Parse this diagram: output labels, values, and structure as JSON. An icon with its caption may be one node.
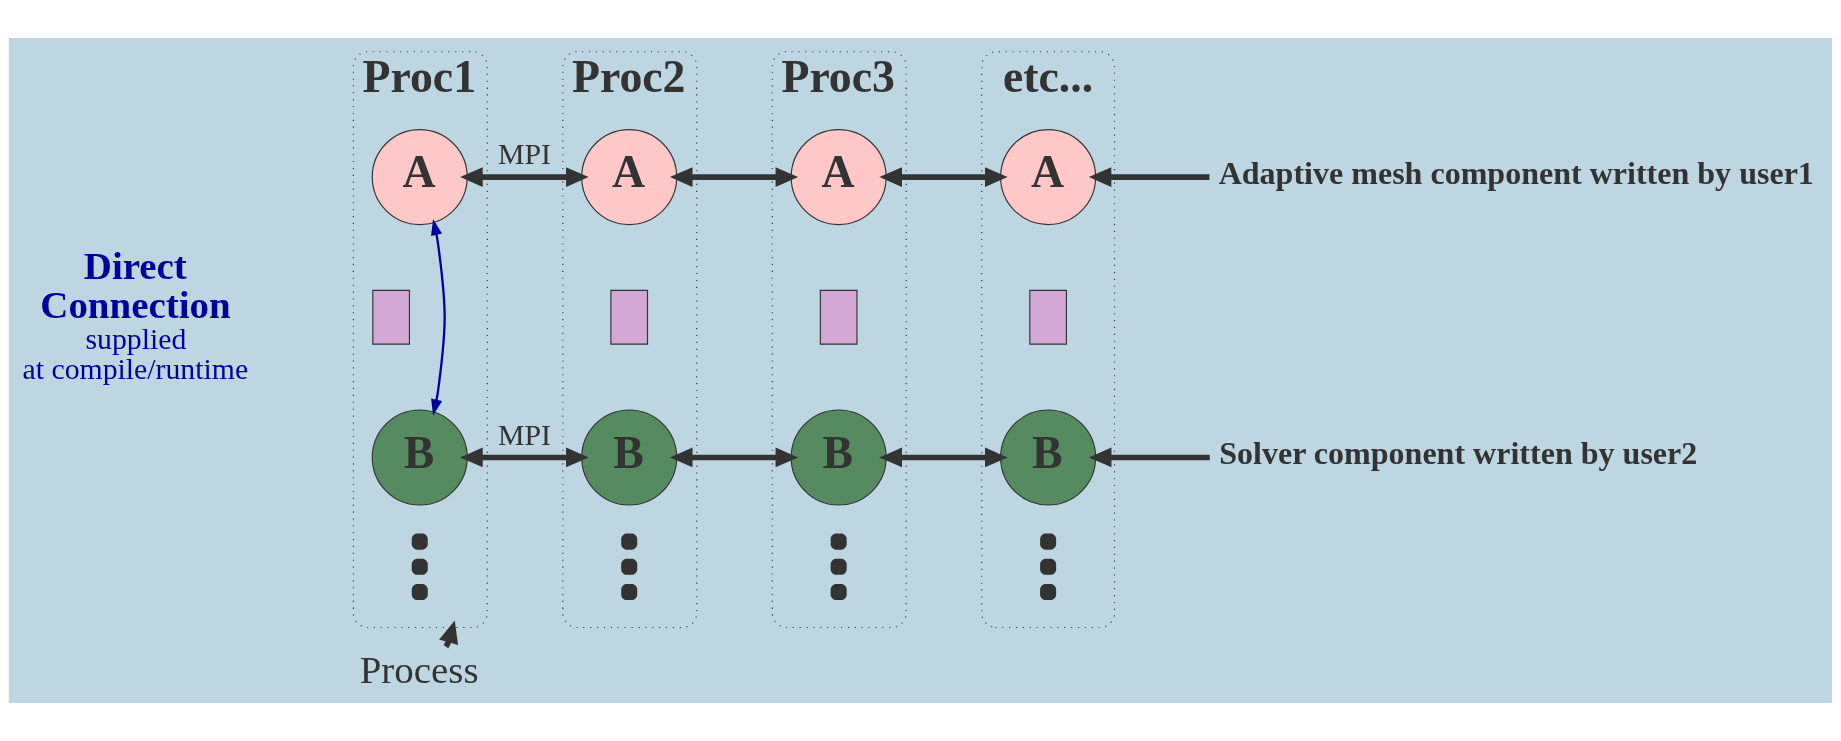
{
  "diagram": {
    "nodes": [
      {
        "text": [
          "Proc1"
        ]
      },
      {
        "text": [
          "A"
        ],
        "in": 0
      },
      {
        "text": [],
        "shape": "box",
        "in": 0
      },
      {
        "text": [
          "B"
        ],
        "in": 0
      },
      {
        "text": [],
        "shape": "dots",
        "in": 0
      },
      {
        "text": [
          "Proc2"
        ]
      },
      {
        "text": [
          "A"
        ],
        "in": 5
      },
      {
        "text": [],
        "shape": "box",
        "in": 5
      },
      {
        "text": [
          "B"
        ],
        "in": 5
      },
      {
        "text": [],
        "shape": "dots",
        "in": 5
      },
      {
        "text": [
          "Proc3"
        ]
      },
      {
        "text": [
          "A"
        ],
        "in": 10
      },
      {
        "text": [],
        "shape": "box",
        "in": 10
      },
      {
        "text": [
          "B"
        ],
        "in": 10
      },
      {
        "text": [],
        "shape": "dots",
        "in": 10
      },
      {
        "text": [
          "etc..."
        ]
      },
      {
        "text": [
          "A"
        ],
        "in": 15
      },
      {
        "text": [],
        "shape": "box",
        "in": 15
      },
      {
        "text": [
          "B"
        ],
        "in": 15
      },
      {
        "text": [],
        "shape": "dots",
        "in": 15
      },
      {
        "text": [
          "Direct Connection",
          "supplied at compile/runtime"
        ]
      },
      {
        "text": [
          "Adaptive mesh component written by user1"
        ]
      },
      {
        "text": [
          "Solver component written by user2"
        ]
      },
      {
        "text": [
          "Process"
        ]
      }
    ],
    "edges": [
      {
        "from": 1,
        "to": 6,
        "arrow": "both",
        "label": "MPI"
      },
      {
        "from": 6,
        "to": 11,
        "arrow": "both"
      },
      {
        "from": 11,
        "to": 16,
        "arrow": "both"
      },
      {
        "from": 3,
        "to": 8,
        "arrow": "both",
        "label": "MPI"
      },
      {
        "from": 8,
        "to": 13,
        "arrow": "both"
      },
      {
        "from": 13,
        "to": 18,
        "arrow": "both"
      },
      {
        "from": 1,
        "to": 3,
        "arrow": "both",
        "color": "#0000a0"
      },
      {
        "from": 21,
        "to": 16,
        "arrow": "to"
      },
      {
        "from": 22,
        "to": 18,
        "arrow": "to"
      },
      {
        "from": 23,
        "to": 0,
        "arrow": "to"
      }
    ]
  }
}
